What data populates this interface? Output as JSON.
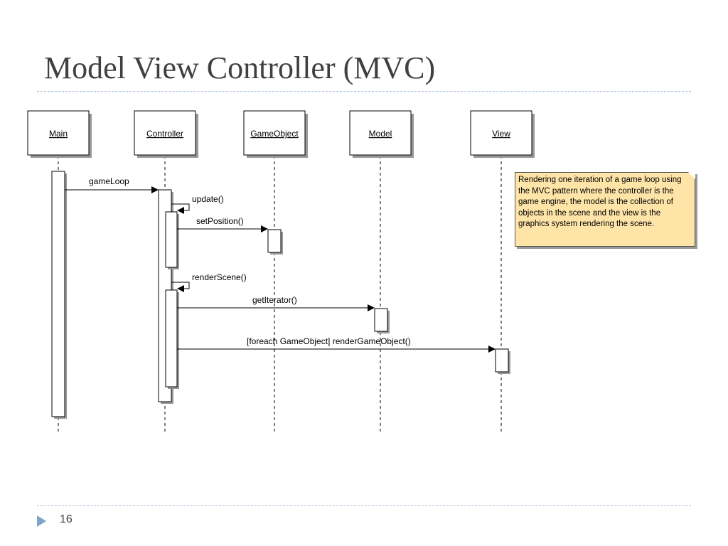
{
  "slide": {
    "title": "Model View Controller (MVC)",
    "number": "16"
  },
  "participants": [
    {
      "name": "Main"
    },
    {
      "name": "Controller"
    },
    {
      "name": "GameObject"
    },
    {
      "name": "Model"
    },
    {
      "name": "View"
    }
  ],
  "messages": [
    {
      "label": "gameLoop",
      "from": "Main",
      "to": "Controller"
    },
    {
      "label": "update()",
      "from": "Controller",
      "to": "Controller"
    },
    {
      "label": "setPosition()",
      "from": "Controller",
      "to": "GameObject"
    },
    {
      "label": "renderScene()",
      "from": "Controller",
      "to": "Controller"
    },
    {
      "label": "getIterator()",
      "from": "Controller",
      "to": "Model"
    },
    {
      "label": "[foreach GameObject] renderGameObject()",
      "from": "Controller",
      "to": "View"
    }
  ],
  "note": {
    "text": "Rendering one iteration of a game loop using the MVC pattern where the controller is the game engine, the model is the collection of objects in the scene and the view is the graphics system rendering the scene.",
    "color": "#ffe4a8"
  },
  "colors": {
    "title": "#404040",
    "rule": "#a8c0d8",
    "bullet": "#7fa4c8"
  }
}
